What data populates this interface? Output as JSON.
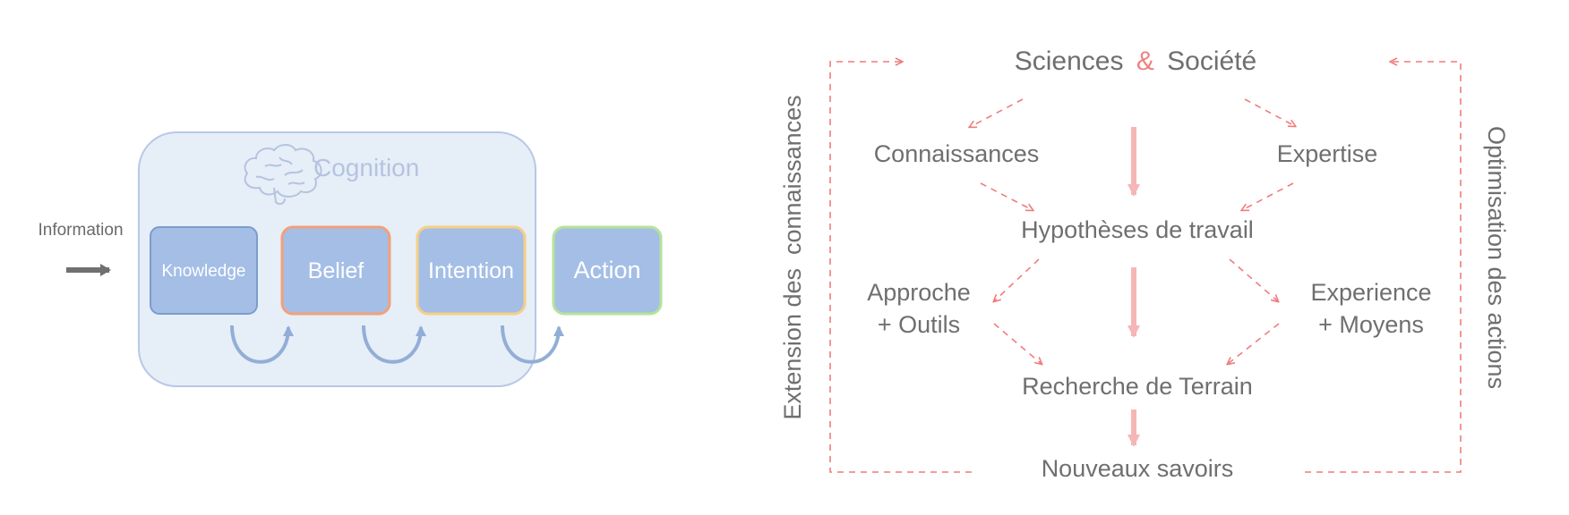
{
  "left_diagram": {
    "input_label": "Information",
    "group_title": "Cognition",
    "group_icon": "brain-icon",
    "boxes": {
      "knowledge": "Knowledge",
      "belief": "Belief",
      "intention": "Intention",
      "action": "Action"
    },
    "colors": {
      "group_fill": "#e6eef8",
      "group_stroke": "#b7c8e6",
      "box_fill": "#a4bee6",
      "knowledge_border": "#7d9ccd",
      "belief_border": "#f2a07a",
      "intention_border": "#f6cf86",
      "action_border": "#b5e39a",
      "curve_arrow": "#93aed6",
      "input_arrow": "#707070",
      "title_text": "#b4c4df"
    }
  },
  "right_diagram": {
    "title_part1": "Sciences",
    "title_amp": "&",
    "title_part2": "Société",
    "side_left": "Extension des  connaissances",
    "side_right": "Optimisation des actions",
    "nodes": {
      "connaissances": "Connaissances",
      "expertise": "Expertise",
      "hypotheses": "Hypothèses de travail",
      "approche_line1": "Approche",
      "approche_line2": "+ Outils",
      "experience_line1": "Experience",
      "experience_line2": "+ Moyens",
      "recherche": "Recherche de Terrain",
      "nouveaux": "Nouveaux savoirs"
    },
    "colors": {
      "text": "#6f6f6f",
      "accent": "#f08080",
      "dashed": "#f07c7c",
      "solid_arrow": "#f6b6b6"
    }
  }
}
